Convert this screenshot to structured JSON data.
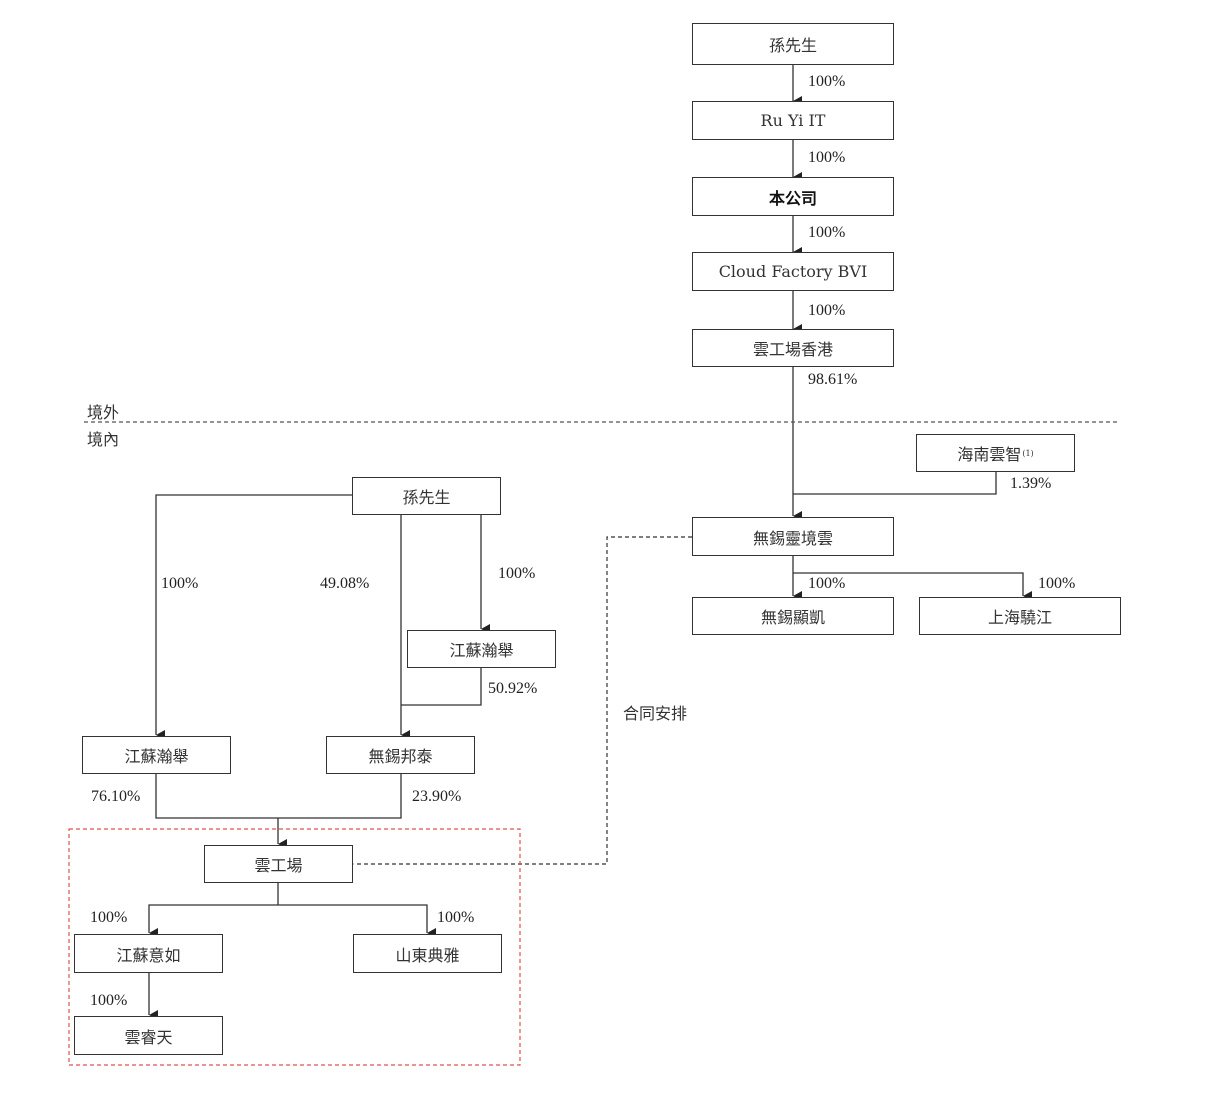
{
  "diagram": {
    "region_labels": {
      "offshore": "境外",
      "onshore": "境內"
    },
    "contract_label": "合同安排",
    "offshore_nodes": {
      "mr_sun": "孫先生",
      "ruyi_it": "Ru Yi IT",
      "company": "本公司",
      "cloud_factory_bvi": "Cloud Factory BVI",
      "yungongchang_hk": "雲工場香港"
    },
    "onshore_nodes": {
      "hainan_yunzhi": "海南雲智",
      "hainan_yunzhi_footnote": "(1)",
      "wuxi_lingjingyun": "無錫靈境雲",
      "wuxi_xiankai": "無錫顯凱",
      "shanghai_xiaojiang": "上海驍江",
      "mr_sun": "孫先生",
      "jiangsu_hanju_upper": "江蘇瀚舉",
      "jiangsu_hanju_lower": "江蘇瀚舉",
      "wuxi_bangtai": "無錫邦泰",
      "yungongchang": "雲工場",
      "jiangsu_yiru": "江蘇意如",
      "shandong_dianya": "山東典雅",
      "yunruitian": "雲睿天"
    },
    "percentages": {
      "sun_to_ruyi": "100%",
      "ruyi_to_company": "100%",
      "company_to_bvi": "100%",
      "bvi_to_hk": "100%",
      "hk_to_lingjingyun": "98.61%",
      "hainan_to_lingjingyun": "1.39%",
      "lingjingyun_to_xiankai": "100%",
      "lingjingyun_to_xiaojiang": "100%",
      "sun_to_hanju_lower": "100%",
      "sun_to_bangtai": "49.08%",
      "sun_to_hanju_upper": "100%",
      "hanju_upper_to_bangtai": "50.92%",
      "hanju_to_yungongchang": "76.10%",
      "bangtai_to_yungongchang": "23.90%",
      "yungongchang_to_yiru": "100%",
      "yungongchang_to_dianya": "100%",
      "yiru_to_yunruitian": "100%"
    },
    "colors": {
      "line": "#333333",
      "vie_box": "#e05050",
      "divider": "#555555"
    }
  }
}
